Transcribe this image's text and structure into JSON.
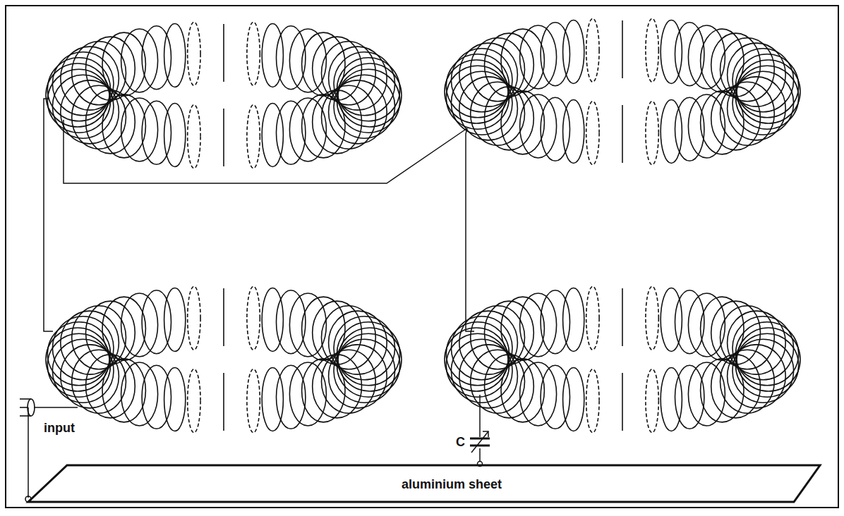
{
  "diagram": {
    "labels": [
      "input",
      "C",
      "aluminium sheet"
    ]
  }
}
